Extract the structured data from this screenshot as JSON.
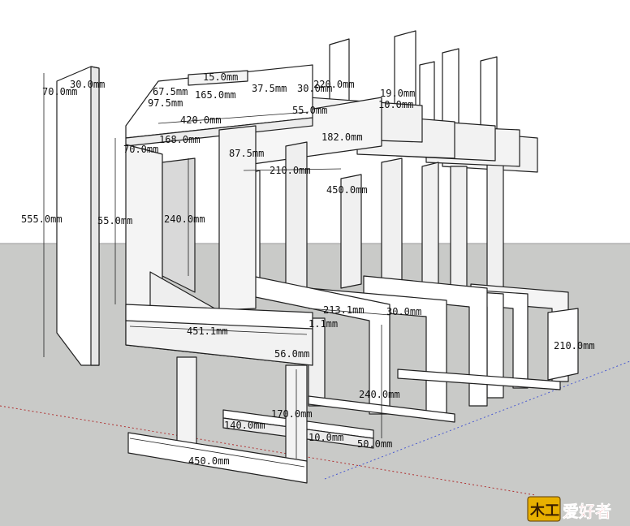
{
  "colors": {
    "sky": "#ffffff",
    "ground": "#c9cac8",
    "wood_face": "#ffffff",
    "wood_shadow": "#e4e4e4",
    "edge": "#202020",
    "dimension_text": "#111111",
    "axis_red": "#b03030",
    "axis_blue": "#4a5ad0",
    "watermark_red": "#d4141c",
    "watermark_gold": "#e8b000"
  },
  "dimensions": {
    "d_555": "555.0mm",
    "d_70a": "70.0mm",
    "d_30": "30.0mm",
    "d_15": "15.0mm",
    "d_675": "67.5mm",
    "d_975": "97.5mm",
    "d_165": "165.0mm",
    "d_375": "37.5mm",
    "d_30b": "30.0mm",
    "d_220": "220.0mm",
    "d_557": "55.0mm",
    "d_19": "19.0mm",
    "d_10a": "10.0mm",
    "d_420": "420.0mm",
    "d_168": "168.0mm",
    "d_70b": "70.0mm",
    "d_875": "87.5mm",
    "d_182": "182.0mm",
    "d_210a": "210.0mm",
    "d_450a": "450.0mm",
    "d_55": "55.0mm",
    "d_240a": "240.0mm",
    "d_2131": "213.1mm",
    "d_30c": "30.0mm",
    "d_11": "1.1mm",
    "d_4511": "451.1mm",
    "d_56": "56.0mm",
    "d_240b": "240.0mm",
    "d_170": "170.0mm",
    "d_140": "140.0mm",
    "d_10b": "10.0mm",
    "d_50": "50.0mm",
    "d_450b": "450.0mm",
    "d_210b": "210.0mm"
  },
  "watermark": {
    "logo": "木工",
    "text": "爱好者"
  }
}
